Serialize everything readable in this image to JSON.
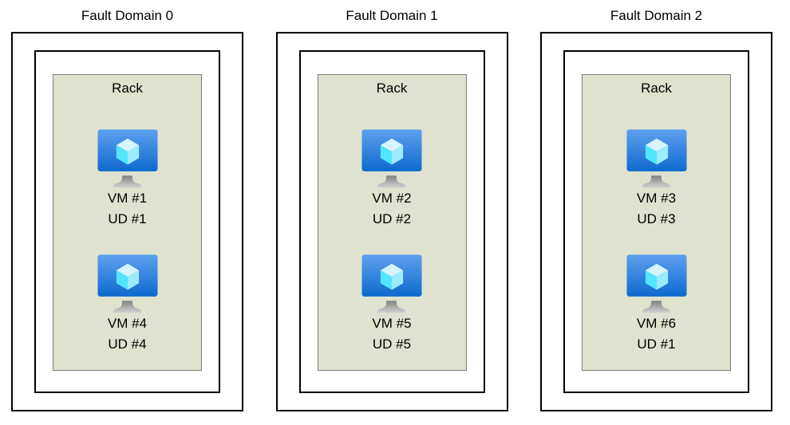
{
  "fault_domains": [
    {
      "title": "Fault Domain 0",
      "rack_label": "Rack",
      "vms": [
        {
          "vm": "VM #1",
          "ud": "UD #1"
        },
        {
          "vm": "VM #4",
          "ud": "UD #4"
        }
      ]
    },
    {
      "title": "Fault Domain 1",
      "rack_label": "Rack",
      "vms": [
        {
          "vm": "VM #2",
          "ud": "UD #2"
        },
        {
          "vm": "VM #5",
          "ud": "UD #5"
        }
      ]
    },
    {
      "title": "Fault Domain 2",
      "rack_label": "Rack",
      "vms": [
        {
          "vm": "VM #3",
          "ud": "UD #3"
        },
        {
          "vm": "VM #6",
          "ud": "UD #1"
        }
      ]
    }
  ],
  "icons": {
    "vm": "azure-virtual-machine-monitor-cube-icon"
  },
  "colors": {
    "box_border": "#000000",
    "rack_fill": "#dee2ce",
    "rack_border": "#808080",
    "screen_top": "#5ea0ef",
    "screen_bottom": "#0e6ace",
    "cube_top": "#d7f3fd",
    "cube_left": "#50e6ff",
    "cube_right": "#9cebff",
    "stand_top": "#7f7f7f",
    "stand_bottom": "#cccccc",
    "text": "#000000"
  }
}
